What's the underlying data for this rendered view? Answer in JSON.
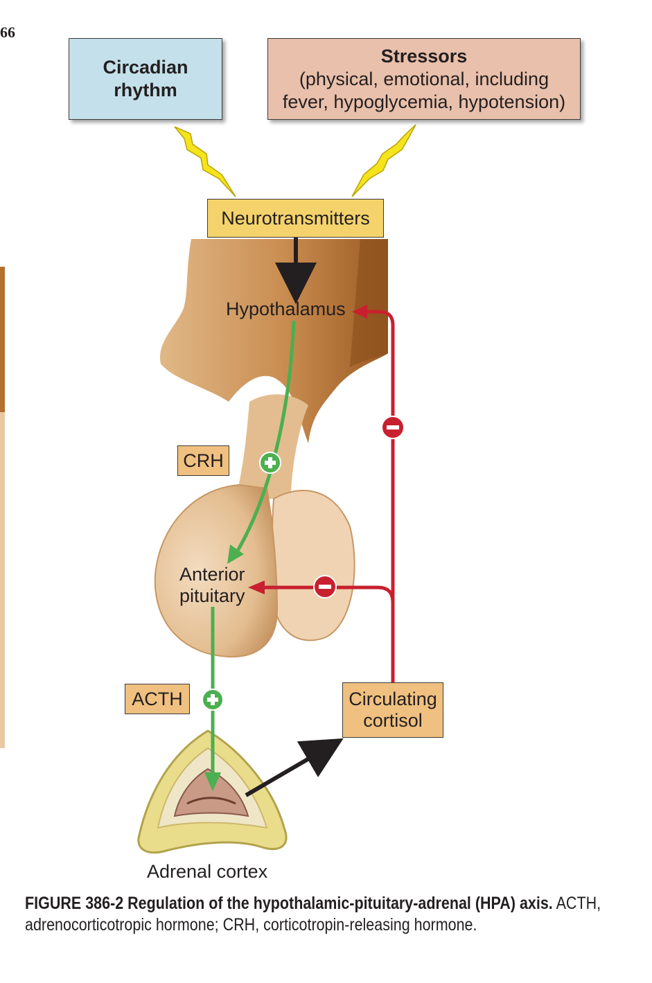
{
  "page_number": "66",
  "boxes": {
    "circadian": [
      "Circadian",
      "rhythm"
    ],
    "stressors_title": "Stressors",
    "stressors_detail": [
      "(physical, emotional, including",
      "fever, hypoglycemia, hypotension)"
    ],
    "neurotransmitters": "Neurotransmitters"
  },
  "labels": {
    "hypothalamus": "Hypothalamus",
    "anterior_pituitary": [
      "Anterior",
      "pituitary"
    ],
    "crh": "CRH",
    "acth": "ACTH",
    "circulating_cortisol": [
      "Circulating",
      "cortisol"
    ],
    "adrenal_cortex": "Adrenal cortex"
  },
  "caption": {
    "bold": "FIGURE 386-2  Regulation of the hypothalamic-pituitary-adrenal (HPA) axis.",
    "text": " ACTH, adrenocorticotropic hormone; CRH, corticotropin-releasing hormone."
  },
  "colors": {
    "stimulatory": "#4caf50",
    "inhibitory": "#c8202f",
    "tissue": "#e8c49a",
    "tissue_dark": "#b07a45",
    "adrenal_outer": "#e9dd8c",
    "adrenal_inner": "#c99a86"
  }
}
